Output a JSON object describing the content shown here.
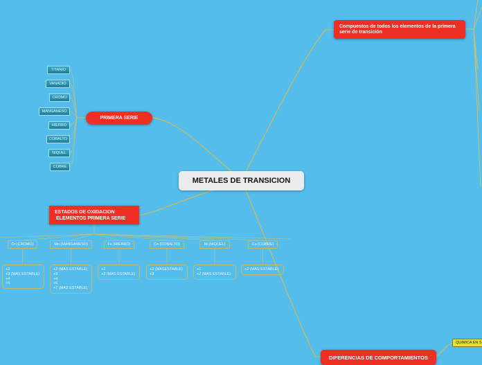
{
  "central": {
    "title": "METALES DE TRANSICION"
  },
  "primera_serie": {
    "label": "PRIMERA SERIE",
    "items": [
      "TITANIO",
      "VANADIO",
      "CROMO",
      "MANGANESO",
      "HIERRO",
      "COBALTO",
      "NIQUEL",
      "COBRE"
    ]
  },
  "estados": {
    "label_line1": "ESTADOS DE OXIDACION",
    "label_line2": "ELEMENTOS PRIMERA SERIE",
    "elements": [
      {
        "name": "Cr (CROMO)",
        "states": [
          "+2",
          "+3 (MAS ESTABLE)",
          "+4",
          "+6"
        ]
      },
      {
        "name": "Mn (MANGANESO)",
        "states": [
          "+2 (MAS ESTABLE)",
          "+3",
          "+4",
          "+6",
          "+7 (MAS ESTABLE)"
        ]
      },
      {
        "name": "Fe (HIERRO)",
        "states": [
          "+2",
          "+3 (MAS ESTABLE)"
        ]
      },
      {
        "name": "Co (COBALTO)",
        "states": [
          "+2 (MASESTABLE)",
          "+3"
        ]
      },
      {
        "name": "Ni (NIQUEL)",
        "states": [
          "+1",
          "+2 (MAS ESTABLE)"
        ]
      },
      {
        "name": "Cu (COBRE)",
        "states": [
          "+2 (MAS ESTABLE)"
        ]
      }
    ]
  },
  "compuestos": {
    "label": "Compuestos de todos los elementos de la primera serie de transición"
  },
  "diferencias": {
    "label": "DIFERENCIAS DE COMPORTAMIENTOS"
  },
  "quimica": {
    "label": "QUIMICA EN S"
  },
  "colors": {
    "background": "#54bdeb",
    "main_topic": "#ef2f24",
    "connector": "#e8b830"
  }
}
